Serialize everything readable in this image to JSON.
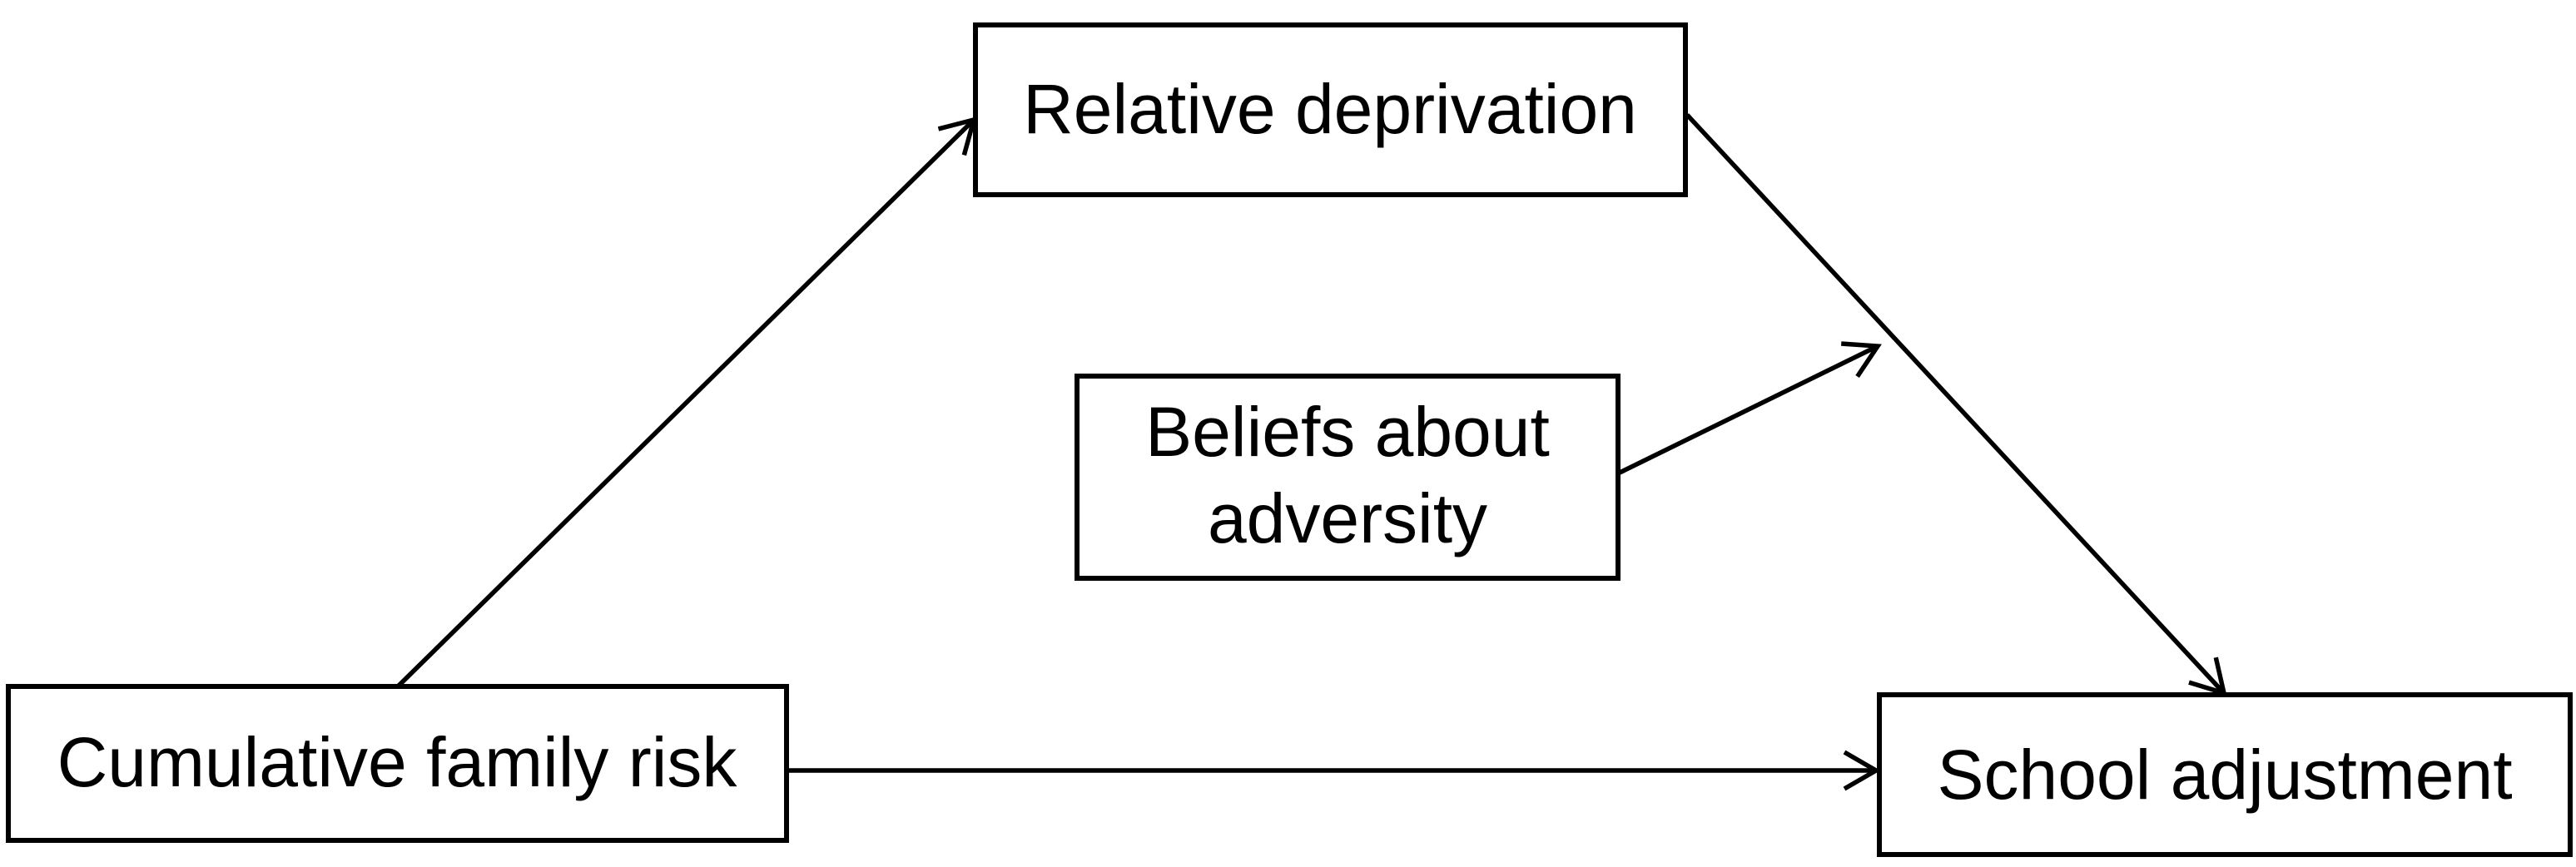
{
  "diagram": {
    "type": "path-model",
    "background_color": "#ffffff",
    "box_fill_color": "#ffffff",
    "box_border_color": "#000000",
    "line_color": "#000000",
    "text_color": "#000000",
    "nodes": {
      "relative_deprivation": {
        "label": "Relative deprivation"
      },
      "beliefs_about_adversity": {
        "label": "Beliefs about adversity",
        "line1": "Beliefs about",
        "line2": "adversity"
      },
      "cumulative_family_risk": {
        "label": "Cumulative family risk"
      },
      "school_adjustment": {
        "label": "School adjustment"
      }
    },
    "edges": [
      {
        "from": "Cumulative family risk",
        "to": "Relative deprivation",
        "style": "straight-arrow"
      },
      {
        "from": "Relative deprivation",
        "to": "School adjustment",
        "style": "straight-arrow"
      },
      {
        "from": "Cumulative family risk",
        "to": "School adjustment",
        "style": "straight-arrow"
      },
      {
        "from": "Beliefs about adversity",
        "to": "Relative deprivation to School adjustment path",
        "style": "straight-arrow",
        "role": "moderator"
      }
    ]
  }
}
